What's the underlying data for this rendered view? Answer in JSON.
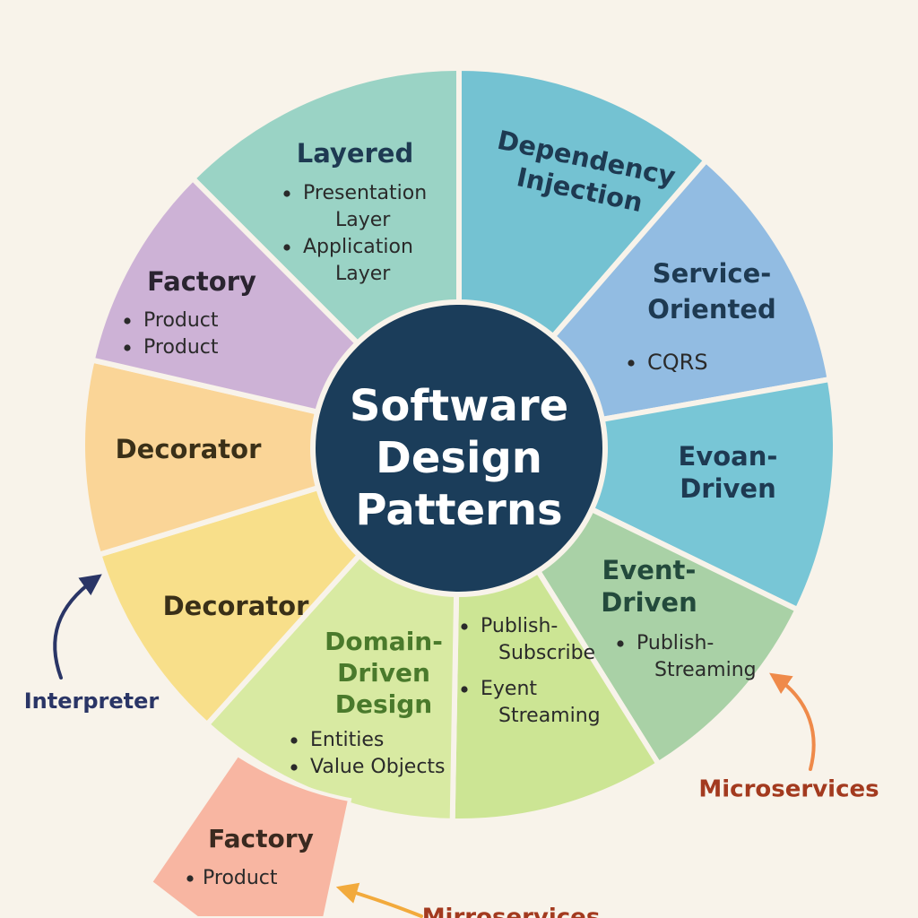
{
  "center": {
    "lines": [
      "Software",
      "Design",
      "Patterns"
    ],
    "color": "#1b3d5a"
  },
  "segments": [
    {
      "id": "layered",
      "title": [
        "Layered"
      ],
      "bullets": [
        [
          "Presentation",
          "Layer"
        ],
        [
          "Application",
          "Layer"
        ]
      ],
      "color": "#9ad3c5",
      "title_color": "#1e3a52"
    },
    {
      "id": "dependency-injection",
      "title": [
        "Dependency",
        "Injection"
      ],
      "bullets": [],
      "color": "#74c2d2",
      "title_color": "#1e3a52"
    },
    {
      "id": "service-oriented",
      "title": [
        "Service-",
        "Oriented"
      ],
      "bullets": [
        [
          "CQRS"
        ]
      ],
      "color": "#92bce2",
      "title_color": "#1e3a52"
    },
    {
      "id": "evoan-driven",
      "title": [
        "Evoan-",
        "Driven"
      ],
      "bullets": [],
      "color": "#78c6d6",
      "title_color": "#1e3a52"
    },
    {
      "id": "event-driven",
      "title": [
        "Event-",
        "Driven"
      ],
      "bullets": [
        [
          "Publish-",
          "Streaming"
        ]
      ],
      "color": "#a9d1a6",
      "title_color": "#234a3c"
    },
    {
      "id": "publish-subscribe",
      "title": [],
      "bullets": [
        [
          "Publish-",
          "Subscribe"
        ],
        [
          "Eyent",
          "Streaming"
        ]
      ],
      "color": "#cce594",
      "title_color": "#2f3b22"
    },
    {
      "id": "domain-driven-design",
      "title": [
        "Domain-",
        "Driven",
        "Design"
      ],
      "bullets": [
        [
          "Entities"
        ],
        [
          "Value Objects"
        ]
      ],
      "color": "#d8eaa2",
      "title_color": "#4a7a2c"
    },
    {
      "id": "decorator-lower",
      "title": [
        "Decorator"
      ],
      "bullets": [],
      "color": "#f8df8a",
      "title_color": "#3a3018"
    },
    {
      "id": "decorator-upper",
      "title": [
        "Decorator"
      ],
      "bullets": [],
      "color": "#fad597",
      "title_color": "#3a3018"
    },
    {
      "id": "factory",
      "title": [
        "Factory"
      ],
      "bullets": [
        [
          "Product"
        ],
        [
          "Product"
        ]
      ],
      "color": "#cdb2d6",
      "title_color": "#2a2430"
    }
  ],
  "satellite": {
    "title": "Factory",
    "bullets": [
      "Product"
    ],
    "color": "#f8b6a2",
    "title_color": "#3a2a20"
  },
  "annotations": [
    {
      "id": "interpreter",
      "text": "Interpreter",
      "color": "#2a3566",
      "arrow_color": "#2a3566"
    },
    {
      "id": "microservices-right",
      "text": "Microservices",
      "color": "#a33a1f",
      "arrow_color": "#ef8a4a"
    },
    {
      "id": "microservices-bottom",
      "text": "Mirroservices",
      "color": "#a33a1f",
      "arrow_color": "#f2aa3c"
    }
  ],
  "colors": {
    "background": "#f8f3ea",
    "divider": "#f8f3ea",
    "body_text": "#2a2a2a"
  }
}
